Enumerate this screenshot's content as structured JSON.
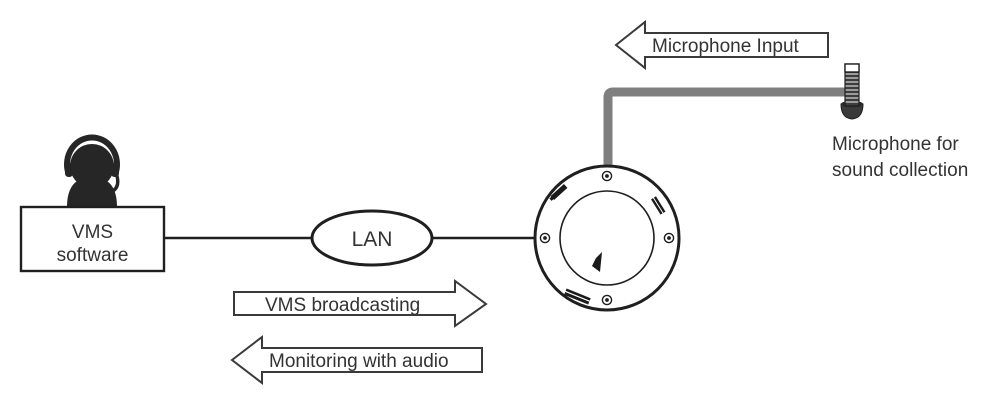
{
  "diagram": {
    "title": "VMS audio broadcasting and microphone input diagram",
    "colors": {
      "line": "#1f1f1f",
      "text": "#333333",
      "cable": "#7f7f7f",
      "device_dark": "#262626",
      "background": "#ffffff"
    },
    "nodes": {
      "operator": {
        "name": "operator-with-headset",
        "icon": "person-headset-icon"
      },
      "vms_box": {
        "label_line1": "VMS",
        "label_line2": "software",
        "shape": "rectangle"
      },
      "lan": {
        "label": "LAN",
        "shape": "ellipse"
      },
      "camera": {
        "name": "ceiling-speaker-camera",
        "shape": "circle-ring"
      },
      "microphone": {
        "label_line1": "Microphone for",
        "label_line2": "sound collection",
        "icon": "microphone-icon"
      }
    },
    "arrows": [
      {
        "id": "microphone-input",
        "label": "Microphone Input",
        "direction": "left"
      },
      {
        "id": "vms-broadcasting",
        "label": "VMS broadcasting",
        "direction": "right"
      },
      {
        "id": "monitoring-with-audio",
        "label": "Monitoring with audio",
        "direction": "left"
      }
    ],
    "connections": [
      {
        "id": "vms-to-lan",
        "from": "VMS software",
        "to": "LAN"
      },
      {
        "id": "lan-to-camera",
        "from": "LAN",
        "to": "camera"
      },
      {
        "id": "mic-to-camera",
        "from": "Microphone",
        "to": "camera",
        "style": "cable"
      }
    ]
  }
}
